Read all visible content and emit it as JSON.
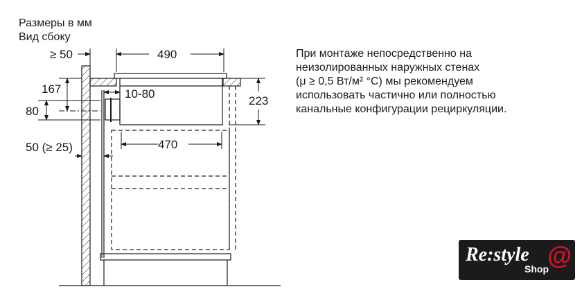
{
  "header": {
    "line1": "Размеры в мм",
    "line2": "Вид сбоку"
  },
  "dimensions": {
    "wall_gap": "≥ 50",
    "hob_width": "490",
    "cutout_width": "470",
    "depth": "223",
    "vertical_167": "167",
    "vertical_80": "80",
    "duct_gap": "10-80",
    "rear_gap": "50 (≥ 25)"
  },
  "note": [
    "При монтаже непосредственно на",
    "неизолированных наружных стенах",
    "(μ ≥ 0,5 Вт/м² °C) мы рекомендуем",
    "использовать частично или полностью",
    "канальные конфигурации рециркуляции."
  ],
  "logo": {
    "main": "Re:style",
    "sub": "Shop",
    "symbol": "@"
  },
  "colors": {
    "line": "#1a1a1a",
    "logo_bg": "#1b1b1b",
    "logo_accent": "#d0102a"
  }
}
